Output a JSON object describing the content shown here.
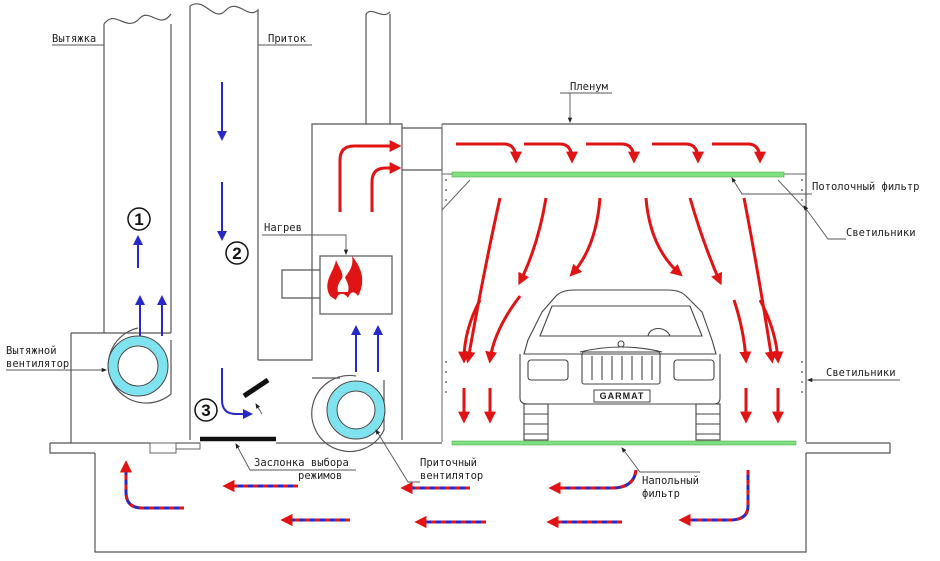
{
  "labels": {
    "exhaust": "Вытяжка",
    "supply": "Приток",
    "plenum": "Пленум",
    "ceiling_filter": "Потолочный фильтр",
    "lights_top": "Светильники",
    "lights_side": "Светильники",
    "heating": "Нагрев",
    "exhaust_fan_line1": "Вытяжной",
    "exhaust_fan_line2": "вентилятор",
    "supply_fan_line1": "Приточный",
    "supply_fan_line2": "вентилятор",
    "damper_line1": "Заслонка выбора",
    "damper_line2": "режимов",
    "floor_filter_line1": "Напольный",
    "floor_filter_line2": "фильтр"
  },
  "markers": {
    "exhaust_mode": "1",
    "supply_mode": "2",
    "damper_mode": "3"
  },
  "car": {
    "plate": "GARMAT"
  },
  "colors": {
    "hot_air": "#e01414",
    "cold_air": "#2828c8",
    "filter": "#7ee07e",
    "fan_ring": "#7fe3ef",
    "outline": "#555555"
  },
  "icons": {
    "heater": "flame-icon",
    "fan": "fan-icon"
  }
}
